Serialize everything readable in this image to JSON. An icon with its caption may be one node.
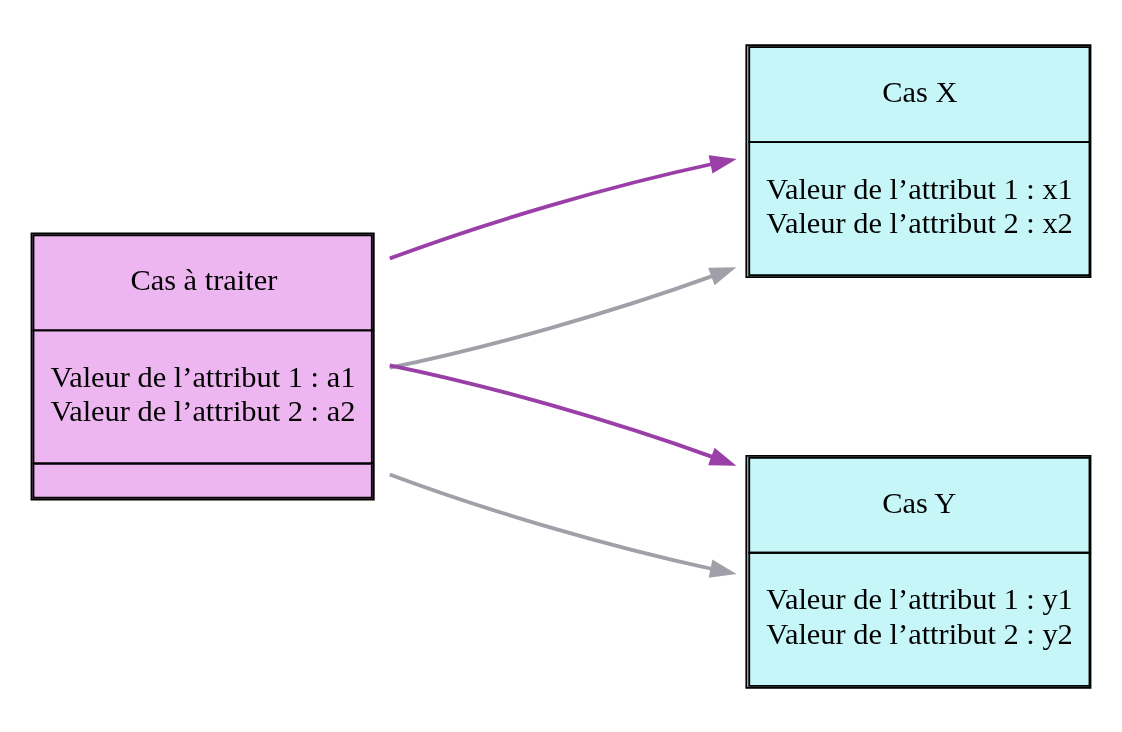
{
  "diagram": {
    "nodes": [
      {
        "text": [
          "Cas à traiter",
          "Valeur de l’attribut 1 : a1",
          "Valeur de l’attribut 2 : a2"
        ]
      },
      {
        "text": [
          "Cas X",
          "Valeur de l’attribut 1 : x1",
          "Valeur de l’attribut 2 : x2"
        ]
      },
      {
        "text": [
          "Cas Y",
          "Valeur de l’attribut 1 : y1",
          "Valeur de l’attribut 2 : y2"
        ]
      }
    ],
    "edges": [
      {
        "from": 0,
        "to": 1,
        "arrow": "to",
        "color": "#a0a0a8"
      },
      {
        "from": 0,
        "to": 1,
        "arrow": "to",
        "color": "#9b3fa8"
      },
      {
        "from": 0,
        "to": 2,
        "arrow": "to",
        "color": "#a0a0a8"
      },
      {
        "from": 0,
        "to": 2,
        "arrow": "to",
        "color": "#9b3fa8"
      }
    ]
  }
}
